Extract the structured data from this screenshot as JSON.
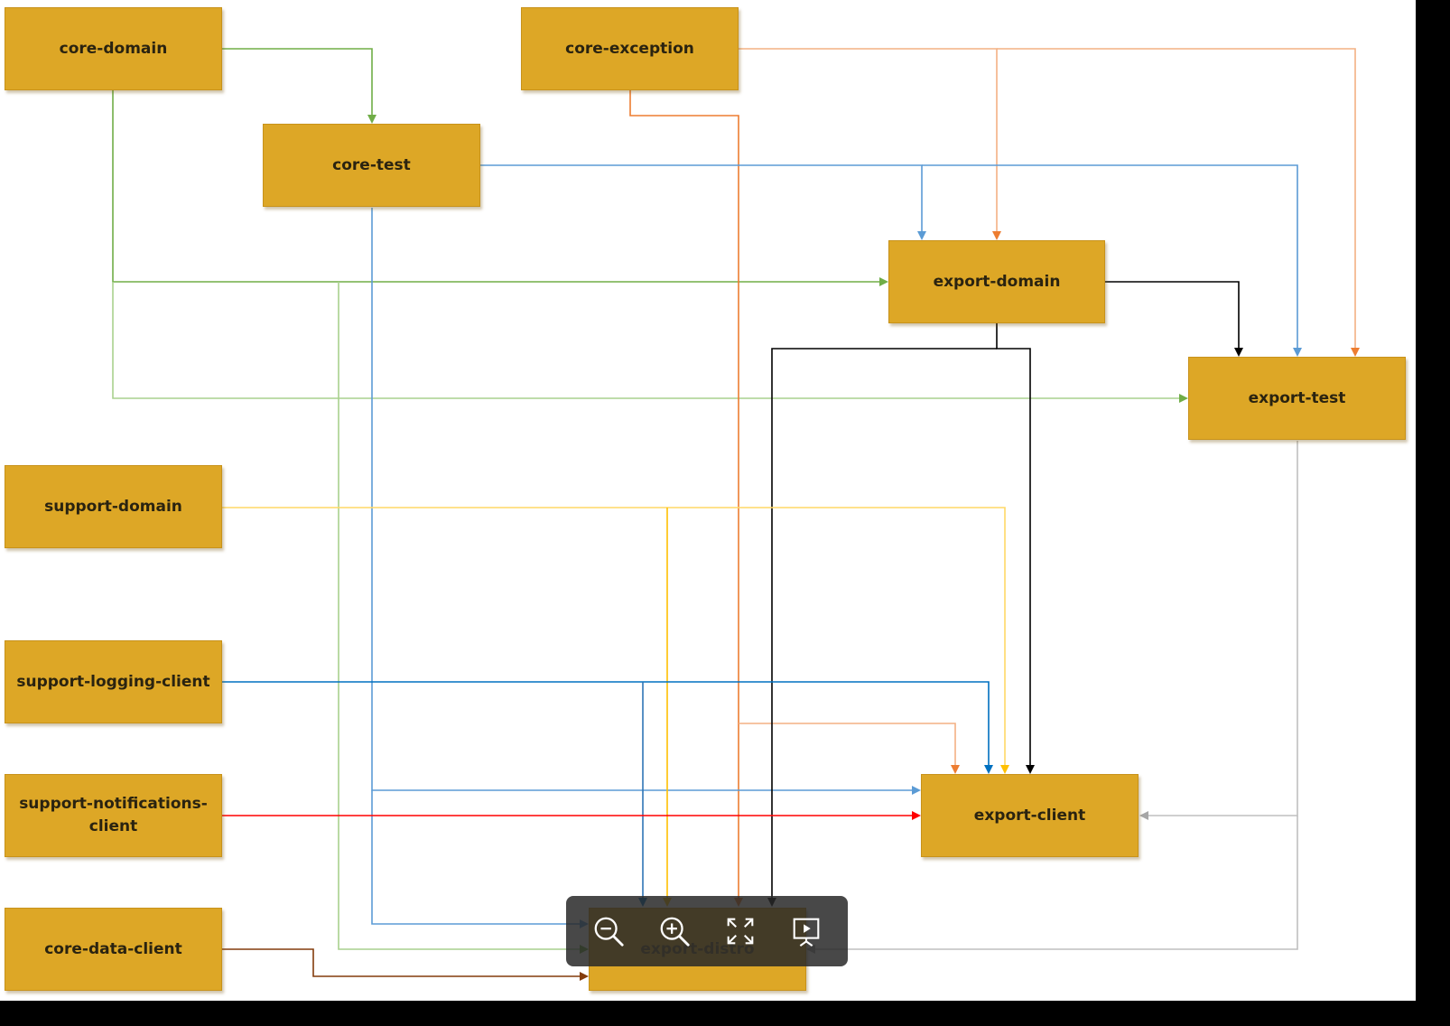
{
  "diagram": {
    "nodes": [
      {
        "id": "core-domain",
        "label": "core-domain"
      },
      {
        "id": "core-exception",
        "label": "core-exception"
      },
      {
        "id": "core-test",
        "label": "core-test"
      },
      {
        "id": "export-domain",
        "label": "export-domain"
      },
      {
        "id": "export-test",
        "label": "export-test"
      },
      {
        "id": "support-domain",
        "label": "support-domain"
      },
      {
        "id": "support-logging-client",
        "label": "support-logging-client"
      },
      {
        "id": "support-notifications-client",
        "label": "support-notifications-client"
      },
      {
        "id": "export-client",
        "label": "export-client"
      },
      {
        "id": "core-data-client",
        "label": "core-data-client"
      },
      {
        "id": "export-distro",
        "label": "export-distro"
      }
    ],
    "edges": [
      {
        "from": "core-domain",
        "to": "core-test",
        "color": "#70AD47"
      },
      {
        "from": "core-domain",
        "to": "export-domain",
        "color": "#70AD47"
      },
      {
        "from": "core-domain",
        "to": "export-test",
        "color": "#70AD47"
      },
      {
        "from": "core-domain",
        "to": "export-distro",
        "color": "#70AD47"
      },
      {
        "from": "core-exception",
        "to": "export-domain",
        "color": "#ED7D31"
      },
      {
        "from": "core-exception",
        "to": "export-test",
        "color": "#ED7D31"
      },
      {
        "from": "core-exception",
        "to": "export-client",
        "color": "#ED7D31"
      },
      {
        "from": "core-exception",
        "to": "export-distro",
        "color": "#ED7D31"
      },
      {
        "from": "core-test",
        "to": "export-domain",
        "color": "#5B9BD5"
      },
      {
        "from": "core-test",
        "to": "export-test",
        "color": "#5B9BD5"
      },
      {
        "from": "core-test",
        "to": "export-client",
        "color": "#5B9BD5"
      },
      {
        "from": "core-test",
        "to": "export-distro",
        "color": "#5B9BD5"
      },
      {
        "from": "export-domain",
        "to": "export-test",
        "color": "#000000"
      },
      {
        "from": "export-domain",
        "to": "export-client",
        "color": "#000000"
      },
      {
        "from": "export-domain",
        "to": "export-distro",
        "color": "#000000"
      },
      {
        "from": "export-test",
        "to": "export-client",
        "color": "#A6A6A6"
      },
      {
        "from": "export-test",
        "to": "export-distro",
        "color": "#A6A6A6"
      },
      {
        "from": "support-domain",
        "to": "export-client",
        "color": "#FFC000"
      },
      {
        "from": "support-domain",
        "to": "export-distro",
        "color": "#FFC000"
      },
      {
        "from": "support-logging-client",
        "to": "export-client",
        "color": "#0070C0"
      },
      {
        "from": "support-logging-client",
        "to": "export-distro",
        "color": "#0070C0"
      },
      {
        "from": "support-notifications-client",
        "to": "export-client",
        "color": "#FF0000"
      },
      {
        "from": "core-data-client",
        "to": "export-distro",
        "color": "#843C0C"
      }
    ]
  },
  "toolbar": {
    "buttons": [
      {
        "name": "zoom-out",
        "icon": "zoom-out-icon"
      },
      {
        "name": "zoom-in",
        "icon": "zoom-in-icon"
      },
      {
        "name": "fit-to-screen",
        "icon": "fit-screen-icon"
      },
      {
        "name": "slideshow",
        "icon": "slideshow-icon"
      }
    ]
  },
  "colors": {
    "node_fill": "#DDA726",
    "toolbar_bg": "#282828"
  }
}
